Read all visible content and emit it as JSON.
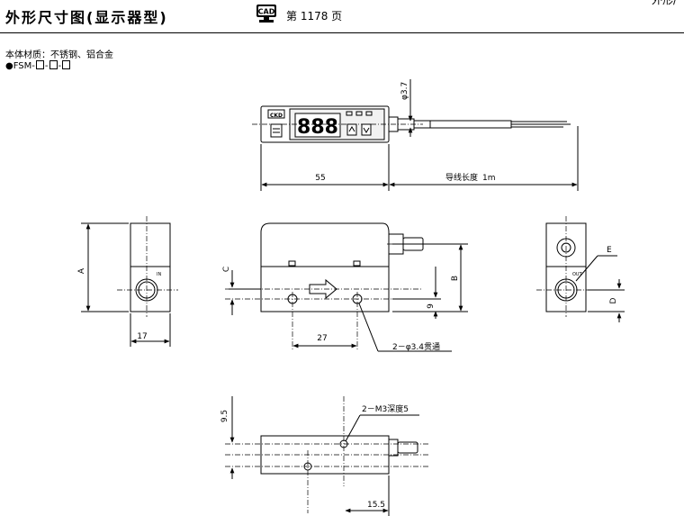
{
  "header": {
    "title": "外形尺寸图(显示器型)",
    "cad_label": "CAD",
    "page_ref": "第 1178 页",
    "corner_text": "外形/"
  },
  "material": {
    "text": "本体材质：不锈钢、铝合金"
  },
  "model": {
    "bullet": "●",
    "prefix": "FSM-",
    "sep": "-"
  },
  "labels": {
    "dia37": "φ3.7",
    "len55": "55",
    "lead": "导线长度",
    "lead_len": "1m",
    "A": "A",
    "B": "B",
    "C": "C",
    "D": "D",
    "E": "E",
    "dim17": "17",
    "dim27": "27",
    "dim9": "9",
    "hole": "2－φ3.4贯通",
    "tap": "2－M3深度5",
    "dim95": "9.5",
    "dim155": "15.5",
    "in": "IN",
    "out": "OUT",
    "ckd": "CKD",
    "digits": "888"
  }
}
